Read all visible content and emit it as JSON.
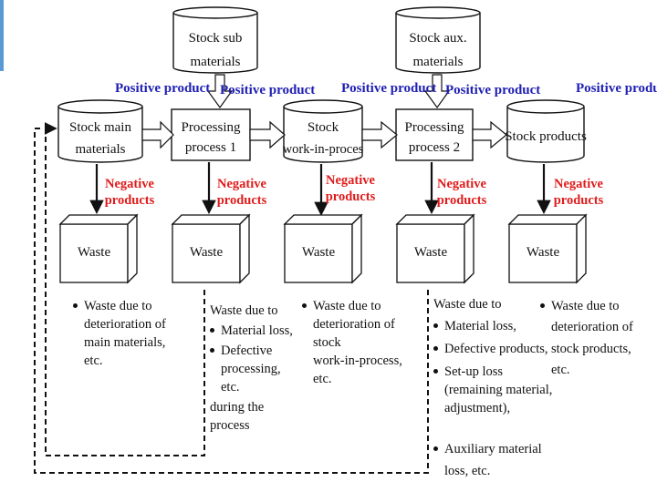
{
  "colors": {
    "positive": "#1f1fb4",
    "negative": "#e01b1b",
    "stroke": "#111111",
    "bar_accent": "#5b9bd5"
  },
  "stocks": {
    "sub": [
      "Stock sub",
      "materials"
    ],
    "aux": [
      "Stock aux.",
      "materials"
    ],
    "main": [
      "Stock main",
      "materials"
    ],
    "wip": [
      "Stock",
      "work-in-proces"
    ],
    "products": [
      "Stock products"
    ]
  },
  "processes": {
    "p1": [
      "Processing",
      "process 1"
    ],
    "p2": [
      "Processing",
      "process 2"
    ]
  },
  "positive_label": "Positive product",
  "negative_label": [
    "Negative",
    "products"
  ],
  "waste_label": "Waste",
  "notes": {
    "main": [
      "Waste due to",
      "deterioration of",
      "main materials,",
      "etc."
    ],
    "p1_intro": "Waste due to",
    "p1_items": [
      "Material loss,",
      "Defective",
      "processing,",
      "etc."
    ],
    "p1_outro": [
      "during the",
      "process"
    ],
    "wip": [
      "Waste due to",
      "deterioration of",
      "stock",
      "work-in-process,",
      "etc."
    ],
    "p2_intro": "Waste due to",
    "p2_items": [
      "Material loss,",
      "Defective products,",
      "Set-up loss",
      "(remaining material,",
      "adjustment),",
      "Auxiliary material",
      "loss, etc."
    ],
    "products": [
      "Waste due to",
      "deterioration of",
      "stock products,",
      "etc."
    ]
  }
}
